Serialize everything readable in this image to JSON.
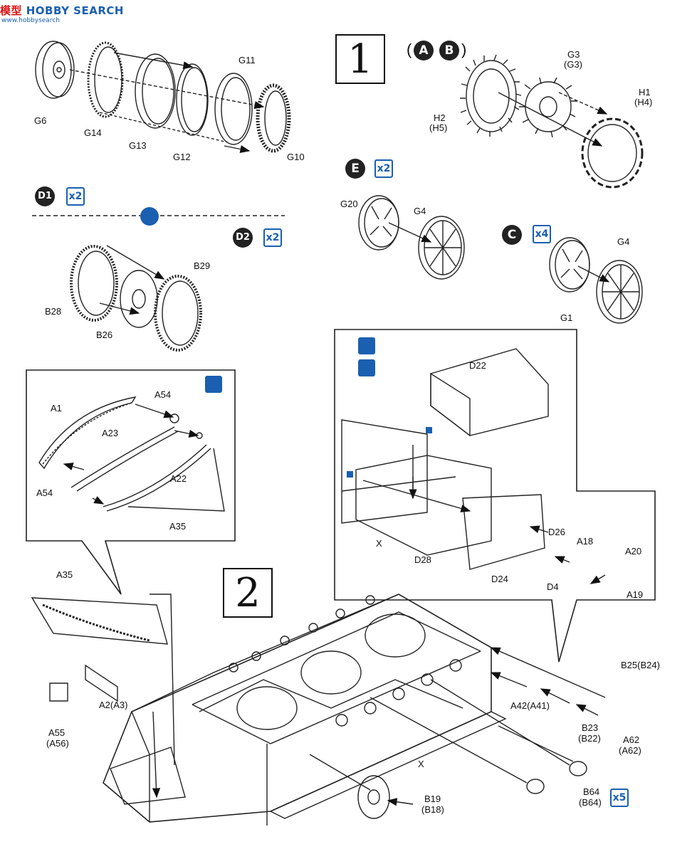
{
  "watermark": {
    "brand_a": "模型",
    "brand_b": " HOBBY SEARCH",
    "sub": "www.hobbysearch"
  },
  "steps": {
    "one": "1",
    "two": "2"
  },
  "variants": {
    "a": "A",
    "b": "B",
    "c": "C",
    "d1": "D1",
    "d2": "D2",
    "e": "E"
  },
  "quantities": {
    "x2": "x2",
    "x4": "x4",
    "x5": "x5"
  },
  "parens": {
    "open": "(",
    "close": ")"
  },
  "labels": {
    "G6": "G6",
    "G14": "G14",
    "G13": "G13",
    "G12": "G12",
    "G11": "G11",
    "G10": "G10",
    "G3": "G3",
    "G3p": "(G3)",
    "H1": "H1",
    "H4p": "(H4)",
    "H2": "H2",
    "H5p": "(H5)",
    "G20": "G20",
    "G4a": "G4",
    "G4b": "G4",
    "G1": "G1",
    "B29": "B29",
    "B28": "B28",
    "B26": "B26",
    "A1": "A1",
    "A54a": "A54",
    "A54b": "A54",
    "A23": "A23",
    "A22": "A22",
    "A35a": "A35",
    "D22": "D22",
    "X1": "X",
    "D28": "D28",
    "D24": "D24",
    "D26": "D26",
    "A18": "A18",
    "A20": "A20",
    "A19": "A19",
    "D4": "D4",
    "A35b": "A35",
    "A2": "A2(A3)",
    "A55": "A55",
    "A56p": "(A56)",
    "B25": "B25(B24)",
    "A42": "A42(A41)",
    "B23": "B23",
    "B22p": "(B22)",
    "A62": "A62",
    "A62p": "(A62)",
    "X2": "X",
    "B19": "B19",
    "B18p": "(B18)",
    "B64": "B64",
    "B64p": "(B64)"
  }
}
